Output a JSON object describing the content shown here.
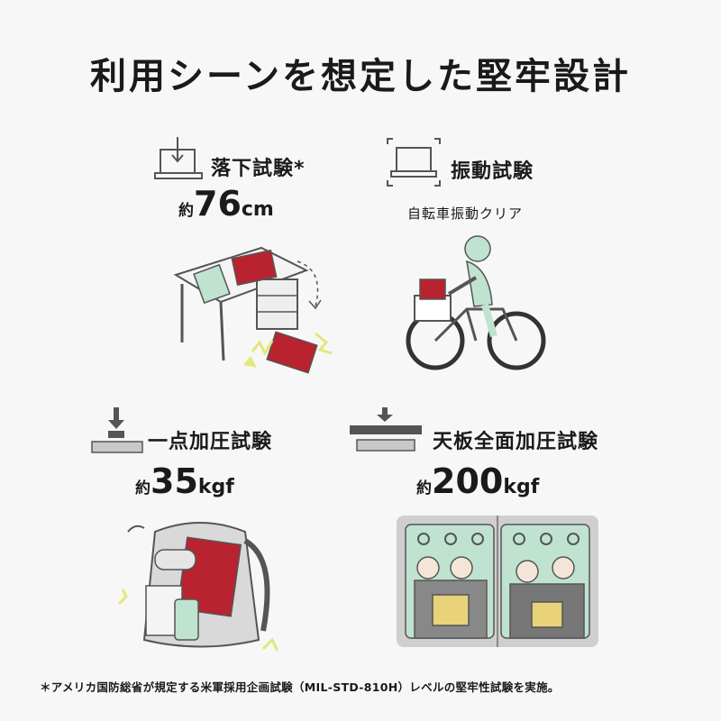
{
  "title": "利用シーンを想定した堅牢設計",
  "tests": [
    {
      "label": "落下試験*",
      "prefix": "約",
      "value": "76",
      "unit": "cm"
    },
    {
      "label": "振動試験",
      "subtitle": "自転車振動クリア"
    },
    {
      "label": "一点加圧試験",
      "prefix": "約",
      "value": "35",
      "unit": "kgf"
    },
    {
      "label": "天板全面加圧試験",
      "prefix": "約",
      "value": "200",
      "unit": "kgf"
    }
  ],
  "footnote": "＊アメリカ国防総省が規定する米軍採用企画試験（MIL-STD-810H）レベルの堅牢性試験を実施。",
  "colors": {
    "product_red": "#b8232f",
    "accent_green": "#bfe3d0",
    "shock_yellow": "#e2e87a",
    "gray": "#c9c9c9"
  }
}
